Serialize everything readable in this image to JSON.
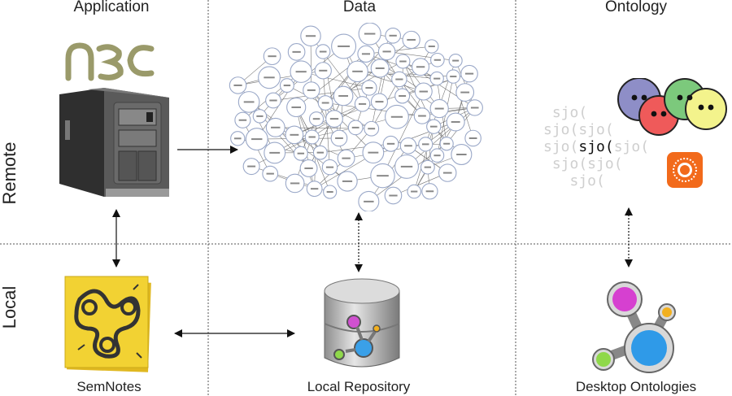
{
  "columns": {
    "application": "Application",
    "data": "Data",
    "ontology": "Ontology"
  },
  "rows": {
    "remote": "Remote",
    "local": "Local"
  },
  "captions": {
    "semnotes": "SemNotes",
    "local_repository": "Local Repository",
    "desktop_ontologies": "Desktop Ontologies"
  },
  "icons": {
    "arc_logo": "ARC",
    "sioc_logo": "sioc"
  },
  "colors": {
    "server_gray": "#5a5a5a",
    "note_yellow": "#f2d233",
    "foaf_purple": "#8e8ec7",
    "foaf_red": "#ef5a5a",
    "foaf_green": "#7cc97c",
    "foaf_yellow": "#f3f38c",
    "rss_orange": "#f26a1b"
  }
}
